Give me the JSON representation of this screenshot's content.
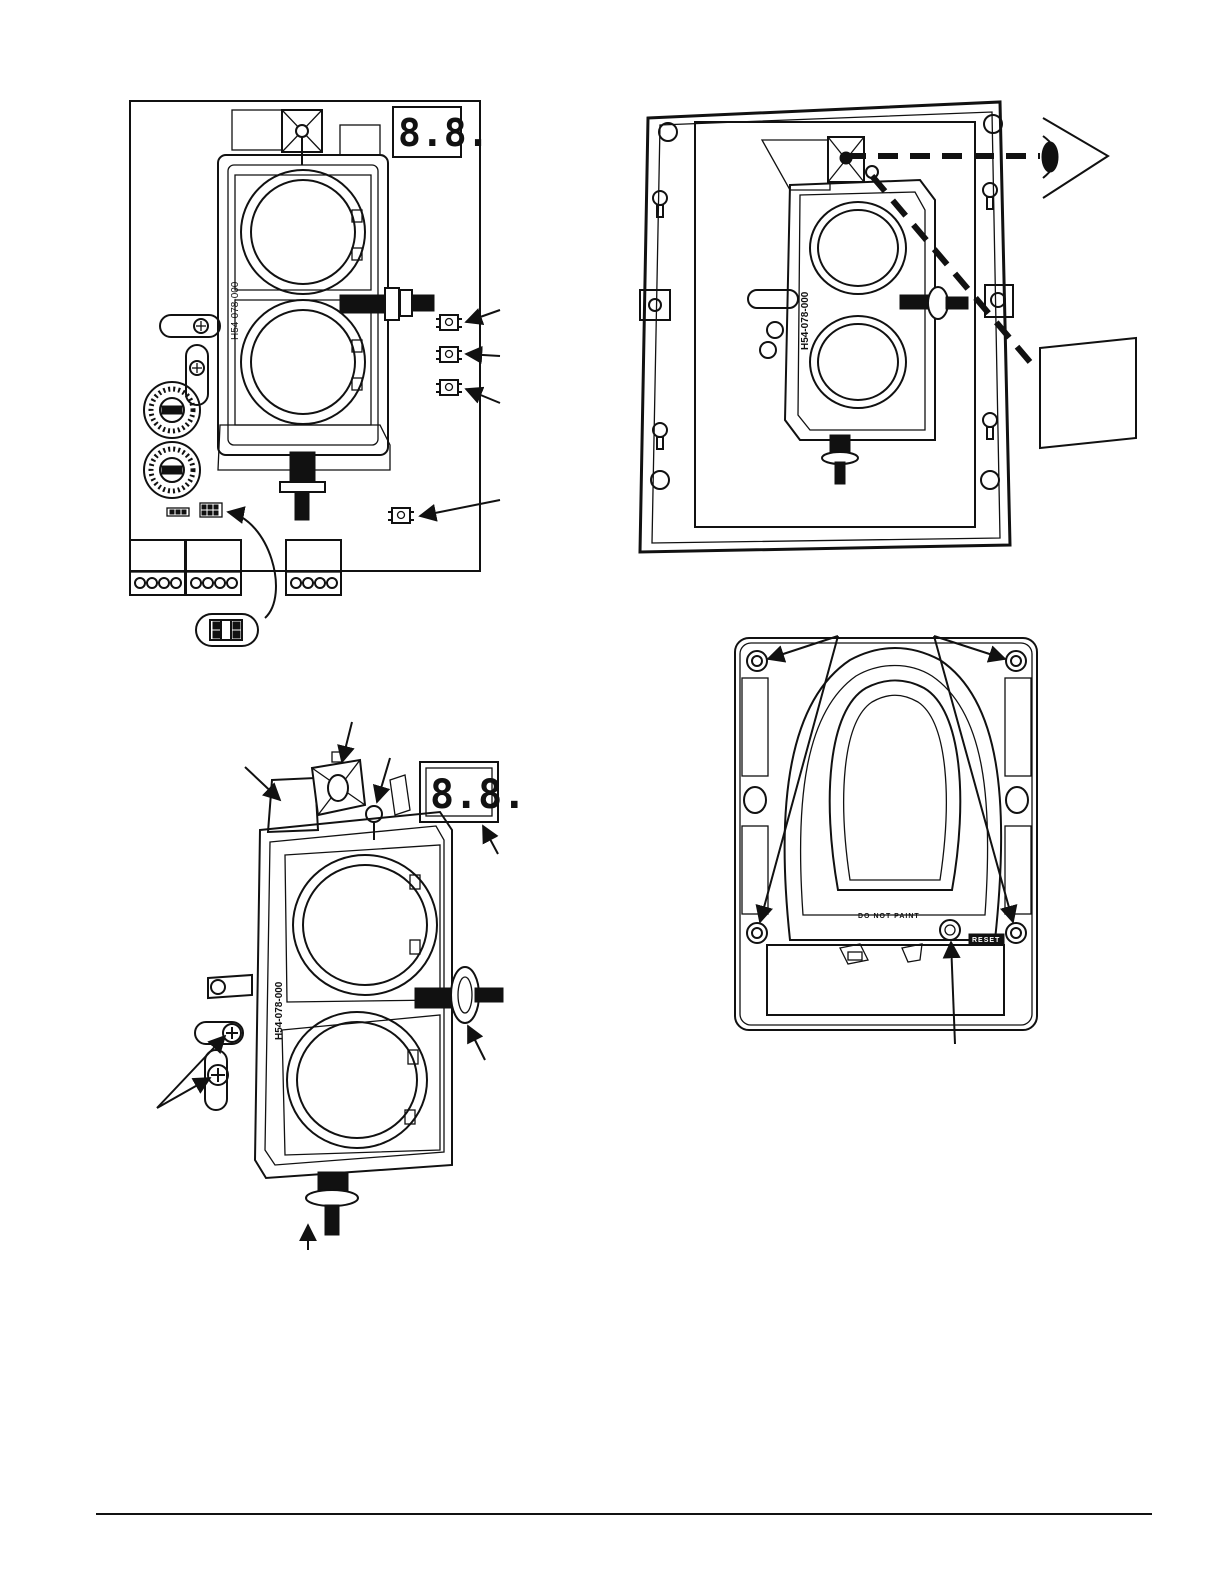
{
  "figures": {
    "pcb_top_left": {
      "segment_display": "8.8.",
      "board_marking": "H54-078-000"
    },
    "mounted_assembly_top_right": {
      "board_marking": "H54-078-000"
    },
    "exploded_assembly_bottom_left": {
      "segment_display": "8.8.",
      "board_marking": "H54-078-000"
    },
    "cover_view_bottom_right": {
      "cover_text": "DO NOT PAINT",
      "button_label": "RESET"
    }
  },
  "colors": {
    "line": "#111111",
    "background": "#ffffff"
  }
}
